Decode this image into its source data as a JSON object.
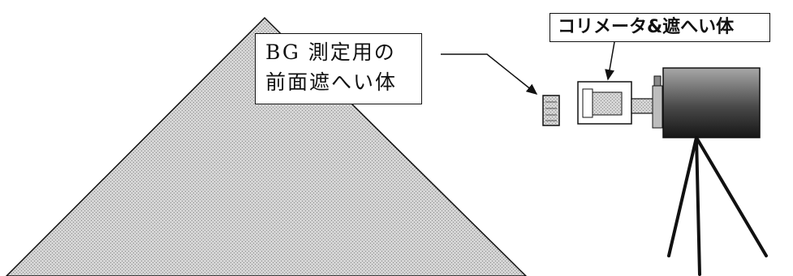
{
  "labels": {
    "bg_shield_line1": "BG 測定用の",
    "bg_shield_line2": "前面遮へい体",
    "collimator_shield": "コリメータ&遮へい体"
  },
  "colors": {
    "line": "#111111",
    "pile_fill": "#c7c7c7",
    "detector_dark": "#161616",
    "detector_light": "#a8a8a8"
  }
}
